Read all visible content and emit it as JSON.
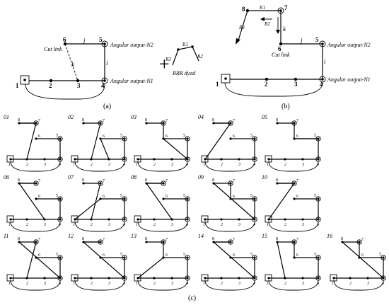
{
  "panel_a": {
    "label": "(a)",
    "nodes": [
      "1",
      "2",
      "3",
      "4",
      "5",
      "6"
    ],
    "links": {
      "j": "j",
      "i": "i",
      "k": "k"
    },
    "text": {
      "cut_link": "Cut link",
      "output_n2": "Angular output-N2",
      "output_n1": "Angular output-N1",
      "plus": "+",
      "r1": "R1",
      "r2": "R2",
      "r3": "R3",
      "dyad": "RRR dyad"
    }
  },
  "panel_b": {
    "label": "(b)",
    "nodes": [
      "1",
      "2",
      "3",
      "4",
      "5",
      "6",
      "7",
      "8"
    ],
    "links": {
      "j": "j",
      "i": "i",
      "k": "k"
    },
    "text": {
      "r1": "R1",
      "r2": "R2",
      "r3": "R3",
      "cut_link": "Cut link",
      "output_n2": "Angular output-N2",
      "output_n1": "Angular output-N1"
    }
  },
  "panel_c": {
    "label": "(c)",
    "variants": [
      {
        "id": "01",
        "v": [
          8,
          7
        ],
        "w": [
          2,
          7
        ]
      },
      {
        "id": "02",
        "v": [
          2,
          7
        ],
        "w": [
          6,
          3
        ]
      },
      {
        "id": "03",
        "v": [
          6,
          7
        ],
        "w": [
          6,
          4
        ]
      },
      {
        "id": "04",
        "v": [
          8,
          7
        ],
        "w": [
          1,
          7
        ]
      },
      {
        "id": "05",
        "v": [
          6,
          7
        ],
        "w": [
          6,
          5
        ]
      },
      {
        "id": "06",
        "v": [
          8,
          7
        ],
        "w": [
          3,
          8
        ]
      },
      {
        "id": "07",
        "v": [
          2,
          7
        ],
        "w": [
          6,
          1
        ]
      },
      {
        "id": "08",
        "v": [
          8,
          7
        ],
        "w": [
          8,
          3
        ]
      },
      {
        "id": "09",
        "v": [
          6,
          7
        ],
        "w": [
          8,
          4
        ]
      },
      {
        "id": "10",
        "v": [
          8,
          7
        ],
        "w": [
          1,
          7
        ]
      },
      {
        "id": "11",
        "v": [
          2,
          7
        ],
        "w": [
          8,
          4
        ]
      },
      {
        "id": "12",
        "v": [
          8,
          7
        ],
        "w": [
          8,
          4
        ]
      },
      {
        "id": "13",
        "v": [
          6,
          7
        ],
        "w": [
          6,
          1
        ]
      },
      {
        "id": "14",
        "v": [
          8,
          7
        ],
        "w": [
          8,
          4
        ]
      },
      {
        "id": "15",
        "v": [
          6,
          7
        ],
        "w": [
          8,
          2
        ]
      },
      {
        "id": "16",
        "v": [
          6,
          7
        ],
        "w": [
          8,
          4
        ]
      }
    ],
    "node_labels": [
      "1",
      "2",
      "3",
      "4",
      "5",
      "6",
      "7",
      "8"
    ]
  }
}
